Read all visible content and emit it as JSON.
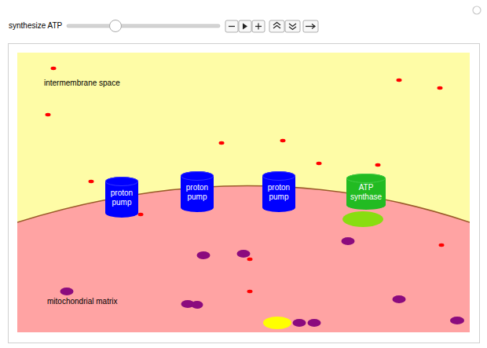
{
  "diagram": {
    "nodes": [
      {
        "text": [
          "proton pump"
        ]
      },
      {
        "text": [
          "proton pump"
        ]
      },
      {
        "text": [
          "proton pump"
        ]
      },
      {
        "text": [
          "ATP synthase"
        ]
      }
    ],
    "labels": [
      "synthesize ATP",
      "intermembrane space",
      "mitochondrial matrix"
    ]
  }
}
